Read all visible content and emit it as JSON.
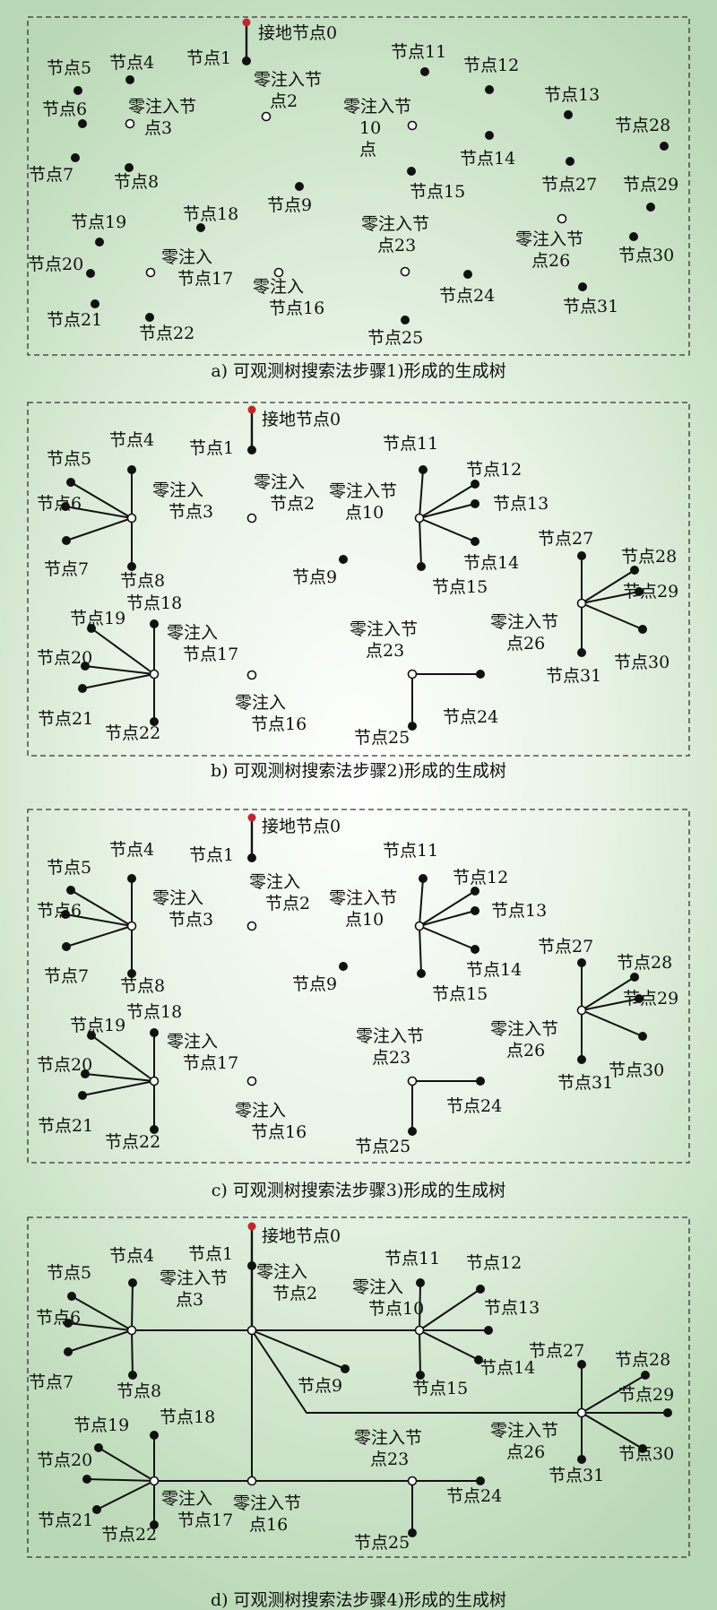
{
  "panels": [
    {
      "caption": "a) 可观测树搜索法步骤1)形成的生成树",
      "nodes": [
        {
          "id": "n0",
          "type": "ground",
          "label": "接地节点0"
        },
        {
          "id": "n1",
          "type": "solid",
          "label": "节点1"
        },
        {
          "id": "n2",
          "type": "hollow",
          "label": [
            "零注入节",
            "点2"
          ]
        },
        {
          "id": "n3",
          "type": "hollow",
          "label": [
            "零注入节",
            "点3"
          ]
        },
        {
          "id": "n4",
          "type": "solid",
          "label": "节点4"
        },
        {
          "id": "n5",
          "type": "solid",
          "label": "节点5"
        },
        {
          "id": "n6",
          "type": "solid",
          "label": "节点6"
        },
        {
          "id": "n7",
          "type": "solid",
          "label": "节点7"
        },
        {
          "id": "n8",
          "type": "solid",
          "label": "节点8"
        },
        {
          "id": "n9",
          "type": "solid",
          "label": "节点9"
        },
        {
          "id": "n10",
          "type": "hollow",
          "label": [
            "零注入节",
            "10",
            "点"
          ]
        },
        {
          "id": "n11",
          "type": "solid",
          "label": "节点11"
        },
        {
          "id": "n12",
          "type": "solid",
          "label": "节点12"
        },
        {
          "id": "n13",
          "type": "solid",
          "label": "节点13"
        },
        {
          "id": "n14",
          "type": "solid",
          "label": "节点14"
        },
        {
          "id": "n15",
          "type": "solid",
          "label": "节点15"
        },
        {
          "id": "n16",
          "type": "hollow",
          "label": [
            "零注入",
            "节点16"
          ]
        },
        {
          "id": "n17",
          "type": "hollow",
          "label": [
            "零注入",
            "节点17"
          ]
        },
        {
          "id": "n18",
          "type": "solid",
          "label": "节点18"
        },
        {
          "id": "n19",
          "type": "solid",
          "label": "节点19"
        },
        {
          "id": "n20",
          "type": "solid",
          "label": "节点20"
        },
        {
          "id": "n21",
          "type": "solid",
          "label": "节点21"
        },
        {
          "id": "n22",
          "type": "solid",
          "label": "节点22"
        },
        {
          "id": "n23",
          "type": "hollow",
          "label": [
            "零注入节",
            "点23"
          ]
        },
        {
          "id": "n24",
          "type": "solid",
          "label": "节点24"
        },
        {
          "id": "n25",
          "type": "solid",
          "label": "节点25"
        },
        {
          "id": "n26",
          "type": "hollow",
          "label": [
            "零注入节",
            "点26"
          ]
        },
        {
          "id": "n27",
          "type": "solid",
          "label": "节点27"
        },
        {
          "id": "n28",
          "type": "solid",
          "label": "节点28"
        },
        {
          "id": "n29",
          "type": "solid",
          "label": "节点29"
        },
        {
          "id": "n30",
          "type": "solid",
          "label": "节点30"
        },
        {
          "id": "n31",
          "type": "solid",
          "label": "节点31"
        }
      ],
      "edges": [
        [
          "n0",
          "n1"
        ]
      ]
    },
    {
      "caption": "b) 可观测树搜索法步骤2)形成的生成树",
      "nodes": [
        {
          "id": "n0",
          "type": "ground",
          "label": "接地节点0"
        },
        {
          "id": "n1",
          "type": "solid",
          "label": "节点1"
        },
        {
          "id": "n2",
          "type": "hollow",
          "label": [
            "零注入",
            "节点2"
          ]
        },
        {
          "id": "n3",
          "type": "hollow",
          "label": [
            "零注入",
            "节点3"
          ]
        },
        {
          "id": "n4",
          "type": "solid",
          "label": "节点4"
        },
        {
          "id": "n5",
          "type": "solid",
          "label": "节点5"
        },
        {
          "id": "n6",
          "type": "solid",
          "label": "节点6"
        },
        {
          "id": "n7",
          "type": "solid",
          "label": "节点7"
        },
        {
          "id": "n8",
          "type": "solid",
          "label": "节点8"
        },
        {
          "id": "n9",
          "type": "solid",
          "label": "节点9"
        },
        {
          "id": "n10",
          "type": "hollow",
          "label": [
            "零注入节",
            "点10"
          ]
        },
        {
          "id": "n11",
          "type": "solid",
          "label": "节点11"
        },
        {
          "id": "n12",
          "type": "solid",
          "label": "节点12"
        },
        {
          "id": "n13",
          "type": "solid",
          "label": "节点13"
        },
        {
          "id": "n14",
          "type": "solid",
          "label": "节点14"
        },
        {
          "id": "n15",
          "type": "solid",
          "label": "节点15"
        },
        {
          "id": "n16",
          "type": "hollow",
          "label": [
            "零注入",
            "节点16"
          ]
        },
        {
          "id": "n17",
          "type": "hollow",
          "label": [
            "零注入",
            "节点17"
          ]
        },
        {
          "id": "n18",
          "type": "solid",
          "label": "节点18"
        },
        {
          "id": "n19",
          "type": "solid",
          "label": "节点19"
        },
        {
          "id": "n20",
          "type": "solid",
          "label": "节点20"
        },
        {
          "id": "n21",
          "type": "solid",
          "label": "节点21"
        },
        {
          "id": "n22",
          "type": "solid",
          "label": "节点22"
        },
        {
          "id": "n23",
          "type": "hollow",
          "label": [
            "零注入节",
            "点23"
          ]
        },
        {
          "id": "n24",
          "type": "solid",
          "label": "节点24"
        },
        {
          "id": "n25",
          "type": "solid",
          "label": "节点25"
        },
        {
          "id": "n26",
          "type": "hollow",
          "label": [
            "零注入节",
            "点26"
          ]
        },
        {
          "id": "n27",
          "type": "solid",
          "label": "节点27"
        },
        {
          "id": "n28",
          "type": "solid",
          "label": "节点28"
        },
        {
          "id": "n29",
          "type": "solid",
          "label": "节点29"
        },
        {
          "id": "n30",
          "type": "solid",
          "label": "节点30"
        },
        {
          "id": "n31",
          "type": "solid",
          "label": "节点31"
        }
      ],
      "edges": [
        [
          "n0",
          "n1"
        ],
        [
          "n3",
          "n4"
        ],
        [
          "n3",
          "n5"
        ],
        [
          "n3",
          "n6"
        ],
        [
          "n3",
          "n7"
        ],
        [
          "n3",
          "n8"
        ],
        [
          "n10",
          "n11"
        ],
        [
          "n10",
          "n12"
        ],
        [
          "n10",
          "n13"
        ],
        [
          "n10",
          "n14"
        ],
        [
          "n10",
          "n15"
        ],
        [
          "n17",
          "n18"
        ],
        [
          "n17",
          "n19"
        ],
        [
          "n17",
          "n20"
        ],
        [
          "n17",
          "n21"
        ],
        [
          "n17",
          "n22"
        ],
        [
          "n23",
          "n24"
        ],
        [
          "n23",
          "n25"
        ],
        [
          "n26",
          "n27"
        ],
        [
          "n26",
          "n28"
        ],
        [
          "n26",
          "n29"
        ],
        [
          "n26",
          "n30"
        ],
        [
          "n26",
          "n31"
        ]
      ]
    },
    {
      "caption": "c) 可观测树搜索法步骤3)形成的生成树",
      "nodes": [
        {
          "id": "n0",
          "type": "ground",
          "label": "接地节点0"
        },
        {
          "id": "n1",
          "type": "solid",
          "label": "节点1"
        },
        {
          "id": "n2",
          "type": "hollow",
          "label": [
            "零注入",
            "节点2"
          ]
        },
        {
          "id": "n3",
          "type": "hollow",
          "label": [
            "零注入",
            "节点3"
          ]
        },
        {
          "id": "n4",
          "type": "solid",
          "label": "节点4"
        },
        {
          "id": "n5",
          "type": "solid",
          "label": "节点5"
        },
        {
          "id": "n6",
          "type": "solid",
          "label": "节点6"
        },
        {
          "id": "n7",
          "type": "solid",
          "label": "节点7"
        },
        {
          "id": "n8",
          "type": "solid",
          "label": "节点8"
        },
        {
          "id": "n9",
          "type": "solid",
          "label": "节点9"
        },
        {
          "id": "n10",
          "type": "hollow",
          "label": [
            "零注入节",
            "点10"
          ]
        },
        {
          "id": "n11",
          "type": "solid",
          "label": "节点11"
        },
        {
          "id": "n12",
          "type": "solid",
          "label": "节点12"
        },
        {
          "id": "n13",
          "type": "solid",
          "label": "节点13"
        },
        {
          "id": "n14",
          "type": "solid",
          "label": "节点14"
        },
        {
          "id": "n15",
          "type": "solid",
          "label": "节点15"
        },
        {
          "id": "n16",
          "type": "hollow",
          "label": [
            "零注入",
            "节点16"
          ]
        },
        {
          "id": "n17",
          "type": "hollow",
          "label": [
            "零注入",
            "节点17"
          ]
        },
        {
          "id": "n18",
          "type": "solid",
          "label": "节点18"
        },
        {
          "id": "n19",
          "type": "solid",
          "label": "节点19"
        },
        {
          "id": "n20",
          "type": "solid",
          "label": "节点20"
        },
        {
          "id": "n21",
          "type": "solid",
          "label": "节点21"
        },
        {
          "id": "n22",
          "type": "solid",
          "label": "节点22"
        },
        {
          "id": "n23",
          "type": "hollow",
          "label": [
            "零注入节",
            "点23"
          ]
        },
        {
          "id": "n24",
          "type": "solid",
          "label": "节点24"
        },
        {
          "id": "n25",
          "type": "solid",
          "label": "节点25"
        },
        {
          "id": "n26",
          "type": "hollow",
          "label": [
            "零注入节",
            "点26"
          ]
        },
        {
          "id": "n27",
          "type": "solid",
          "label": "节点27"
        },
        {
          "id": "n28",
          "type": "solid",
          "label": "节点28"
        },
        {
          "id": "n29",
          "type": "solid",
          "label": "节点29"
        },
        {
          "id": "n30",
          "type": "solid",
          "label": "节点30"
        },
        {
          "id": "n31",
          "type": "solid",
          "label": "节点31"
        }
      ],
      "edges": [
        [
          "n0",
          "n1"
        ],
        [
          "n3",
          "n4"
        ],
        [
          "n3",
          "n5"
        ],
        [
          "n3",
          "n6"
        ],
        [
          "n3",
          "n7"
        ],
        [
          "n3",
          "n8"
        ],
        [
          "n10",
          "n11"
        ],
        [
          "n10",
          "n12"
        ],
        [
          "n10",
          "n13"
        ],
        [
          "n10",
          "n14"
        ],
        [
          "n10",
          "n15"
        ],
        [
          "n17",
          "n18"
        ],
        [
          "n17",
          "n19"
        ],
        [
          "n17",
          "n20"
        ],
        [
          "n17",
          "n21"
        ],
        [
          "n17",
          "n22"
        ],
        [
          "n23",
          "n24"
        ],
        [
          "n23",
          "n25"
        ],
        [
          "n26",
          "n27"
        ],
        [
          "n26",
          "n28"
        ],
        [
          "n26",
          "n29"
        ],
        [
          "n26",
          "n30"
        ],
        [
          "n26",
          "n31"
        ]
      ]
    },
    {
      "caption": "d) 可观测树搜索法步骤4)形成的生成树",
      "nodes": [
        {
          "id": "n0",
          "type": "ground",
          "label": "接地节点0"
        },
        {
          "id": "n1",
          "type": "solid",
          "label": "节点1"
        },
        {
          "id": "n2",
          "type": "hollow",
          "label": [
            "零注入",
            "节点2"
          ]
        },
        {
          "id": "n3",
          "type": "hollow",
          "label": [
            "零注入节",
            "点3"
          ]
        },
        {
          "id": "n4",
          "type": "solid",
          "label": "节点4"
        },
        {
          "id": "n5",
          "type": "solid",
          "label": "节点5"
        },
        {
          "id": "n6",
          "type": "solid",
          "label": "节点6"
        },
        {
          "id": "n7",
          "type": "solid",
          "label": "节点7"
        },
        {
          "id": "n8",
          "type": "solid",
          "label": "节点8"
        },
        {
          "id": "n9",
          "type": "solid",
          "label": "节点9"
        },
        {
          "id": "n10",
          "type": "hollow",
          "label": [
            "零注入",
            "节点10"
          ]
        },
        {
          "id": "n11",
          "type": "solid",
          "label": "节点11"
        },
        {
          "id": "n12",
          "type": "solid",
          "label": "节点12"
        },
        {
          "id": "n13",
          "type": "solid",
          "label": "节点13"
        },
        {
          "id": "n14",
          "type": "solid",
          "label": "节点14"
        },
        {
          "id": "n15",
          "type": "solid",
          "label": "节点15"
        },
        {
          "id": "n16",
          "type": "hollow",
          "label": [
            "零注入节",
            "点16"
          ]
        },
        {
          "id": "n17",
          "type": "hollow",
          "label": [
            "零注入",
            "节点17"
          ]
        },
        {
          "id": "n18",
          "type": "solid",
          "label": "节点18"
        },
        {
          "id": "n19",
          "type": "solid",
          "label": "节点19"
        },
        {
          "id": "n20",
          "type": "solid",
          "label": "节点20"
        },
        {
          "id": "n21",
          "type": "solid",
          "label": "节点21"
        },
        {
          "id": "n22",
          "type": "solid",
          "label": "节点22"
        },
        {
          "id": "n23",
          "type": "hollow",
          "label": [
            "零注入节",
            "点23"
          ]
        },
        {
          "id": "n24",
          "type": "solid",
          "label": "节点24"
        },
        {
          "id": "n25",
          "type": "solid",
          "label": "节点25"
        },
        {
          "id": "n26",
          "type": "hollow",
          "label": [
            "零注入节",
            "点26"
          ]
        },
        {
          "id": "n27",
          "type": "solid",
          "label": "节点27"
        },
        {
          "id": "n28",
          "type": "solid",
          "label": "节点28"
        },
        {
          "id": "n29",
          "type": "solid",
          "label": "节点29"
        },
        {
          "id": "n30",
          "type": "solid",
          "label": "节点30"
        },
        {
          "id": "n31",
          "type": "solid",
          "label": "节点31"
        }
      ],
      "edges": [
        [
          "n0",
          "n2"
        ],
        [
          "n2",
          "n1"
        ],
        [
          "n3",
          "n4"
        ],
        [
          "n3",
          "n5"
        ],
        [
          "n3",
          "n6"
        ],
        [
          "n3",
          "n7"
        ],
        [
          "n3",
          "n8"
        ],
        [
          "n10",
          "n11"
        ],
        [
          "n10",
          "n12"
        ],
        [
          "n10",
          "n13"
        ],
        [
          "n10",
          "n14"
        ],
        [
          "n10",
          "n15"
        ],
        [
          "n17",
          "n18"
        ],
        [
          "n17",
          "n19"
        ],
        [
          "n17",
          "n20"
        ],
        [
          "n17",
          "n21"
        ],
        [
          "n17",
          "n22"
        ],
        [
          "n23",
          "n24"
        ],
        [
          "n23",
          "n25"
        ],
        [
          "n26",
          "n27"
        ],
        [
          "n26",
          "n28"
        ],
        [
          "n26",
          "n29"
        ],
        [
          "n26",
          "n30"
        ],
        [
          "n26",
          "n31"
        ],
        [
          "n2",
          "n3"
        ],
        [
          "n2",
          "n10"
        ],
        [
          "n2",
          "n9"
        ],
        [
          "n2",
          "n16"
        ],
        [
          "n2",
          "n26"
        ],
        [
          "n16",
          "n17"
        ],
        [
          "n16",
          "n23"
        ]
      ]
    }
  ],
  "colors": {
    "ground": "#c0282d",
    "solid": "#111111",
    "hollow_fill": "#ffffff"
  }
}
